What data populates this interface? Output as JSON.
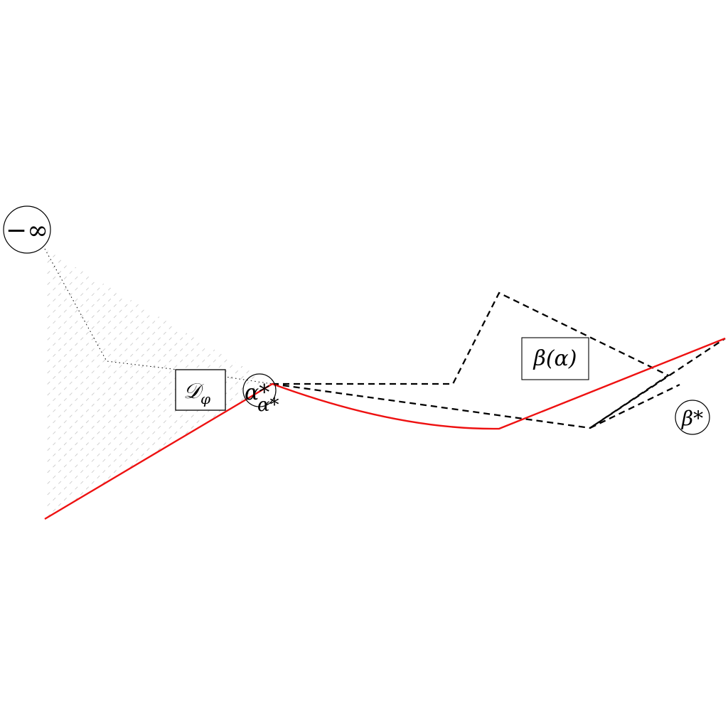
{
  "labels": {
    "minus_infinity": "−∞",
    "domain": "𝒟",
    "domain_sub": "φ",
    "alpha_star_circled": "α*",
    "alpha_star_plain": "α*",
    "beta_alpha": "β(α)",
    "beta_star": "β*"
  },
  "colors": {
    "red_path": "#ee1111",
    "dashed_path": "#000000",
    "hatch": "#b0b0b0",
    "dotted": "#000000"
  }
}
